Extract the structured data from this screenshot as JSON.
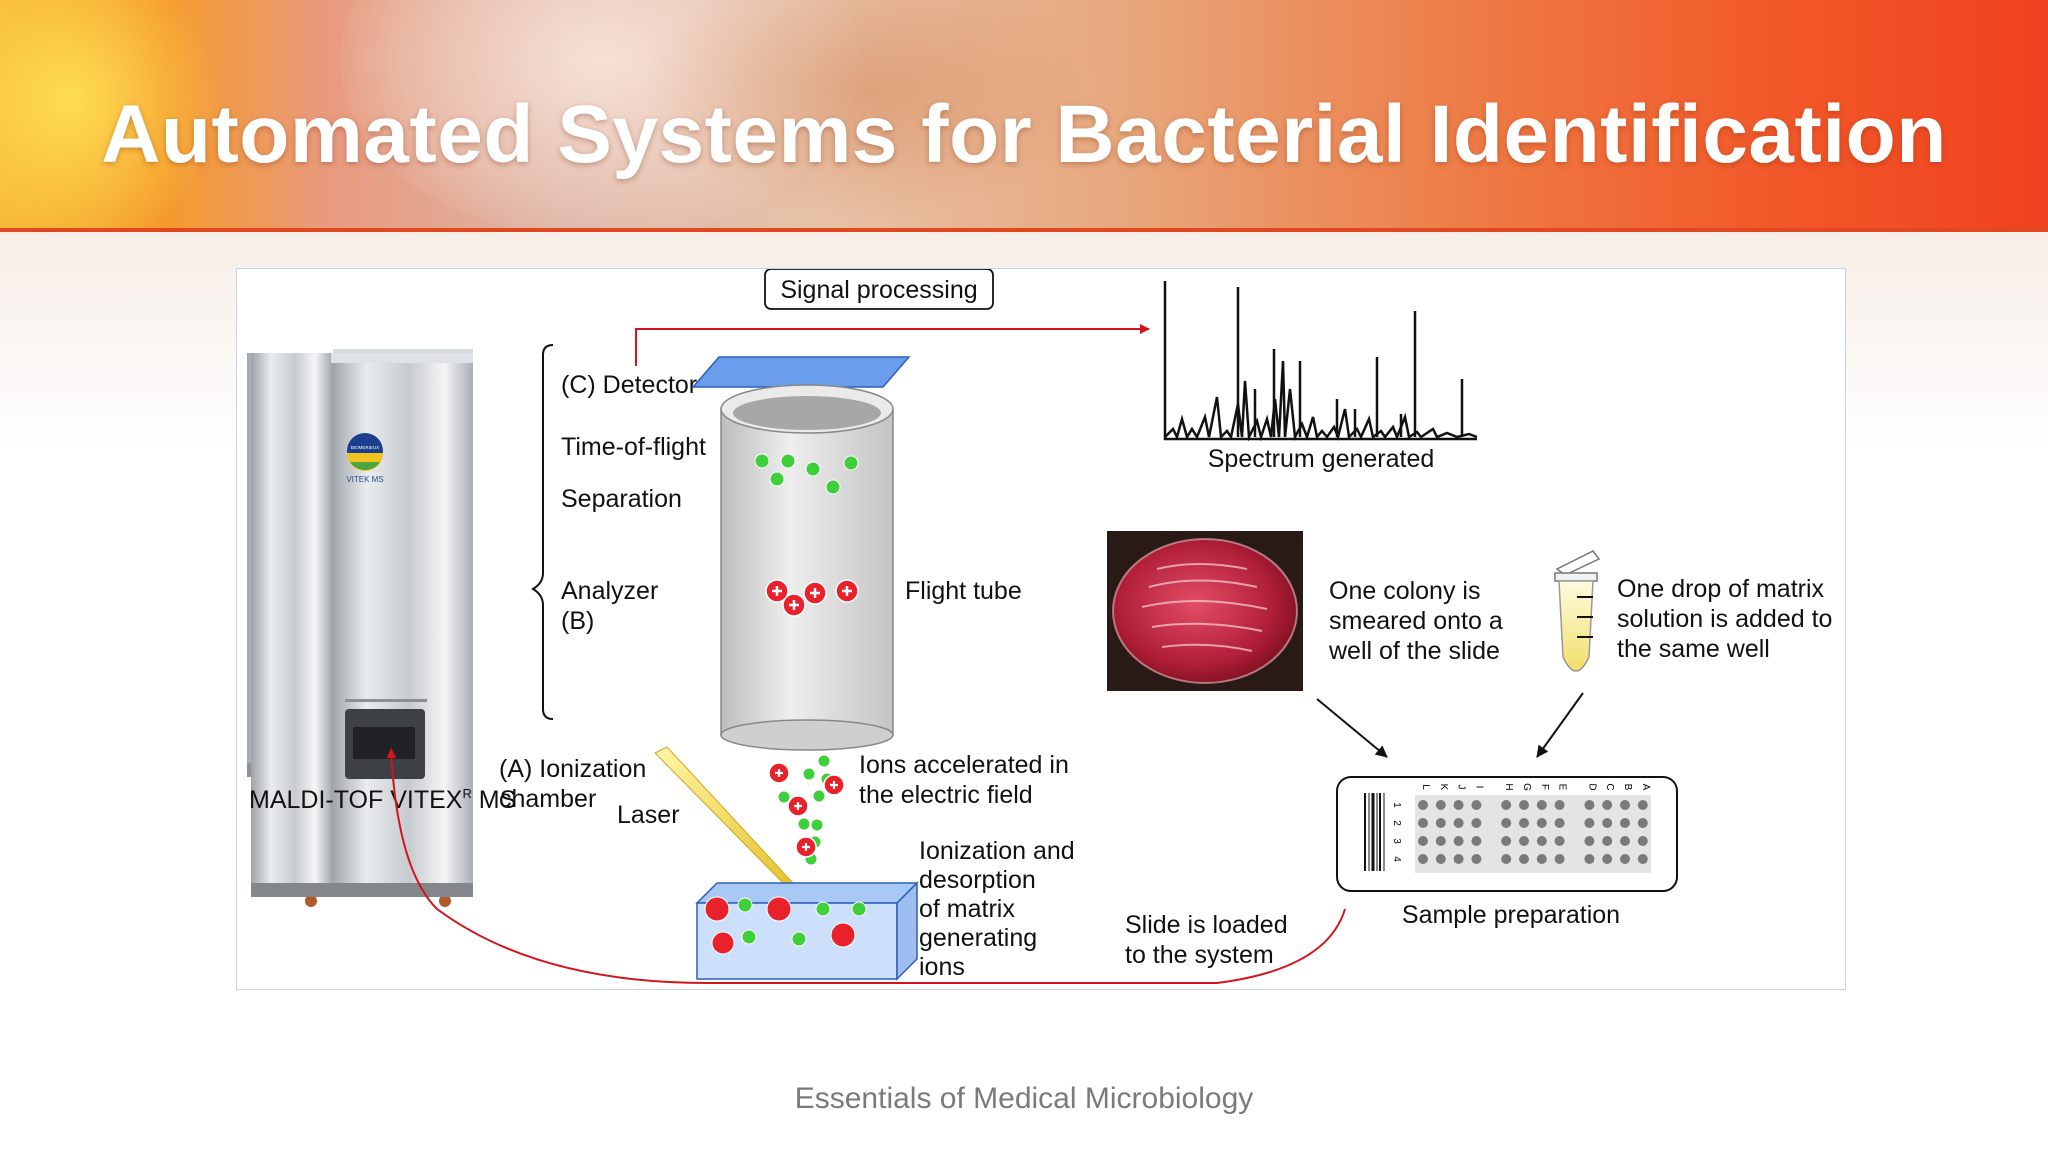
{
  "slide": {
    "title": "Automated Systems for Bacterial Identification",
    "footer": "Essentials of Medical Microbiology"
  },
  "diagram": {
    "signal_processing": "Signal processing",
    "spectrum_label": "Spectrum generated",
    "detector": "(C) Detector",
    "time_of_flight": "Time-of-flight",
    "separation": "Separation",
    "analyzer_line1": "Analyzer",
    "analyzer_line2": "(B)",
    "flight_tube": "Flight tube",
    "ionization_line1": "(A) Ionization",
    "ionization_line2": "chamber",
    "laser": "Laser",
    "ions_line1": "Ions accelerated in",
    "ions_line2": "the electric field",
    "desorption_line1": "Ionization and",
    "desorption_line2": "desorption",
    "desorption_line3": "of matrix",
    "desorption_line4": "generating",
    "desorption_line5": "ions",
    "colony_line1": "One colony is",
    "colony_line2": "smeared onto a",
    "colony_line3": "well of the slide",
    "matrix_line1": "One drop of matrix",
    "matrix_line2": "solution is added to",
    "matrix_line3": "the same well",
    "slide_line1": "Slide is loaded",
    "slide_line2": "to the system",
    "sample_prep": "Sample preparation",
    "machine_label": "MALDI-TOF VITEX",
    "machine_sup": "R",
    "machine_suffix": " MS",
    "machine_logo_text": "VITEK MS",
    "machine_logo_brand": "BIOMERIEUX",
    "slide_letters": [
      "A",
      "B",
      "C",
      "D",
      "E",
      "F",
      "G",
      "H",
      "I",
      "J",
      "K",
      "L"
    ],
    "slide_numbers": [
      "1",
      "2",
      "3",
      "4"
    ],
    "colors": {
      "arrow_red": "#d4141c",
      "ion_red": "#e8212a",
      "ion_green": "#3fcf3a",
      "plate_blue": "#5b8fe0",
      "tube_gray": "#d9d9d9"
    }
  }
}
